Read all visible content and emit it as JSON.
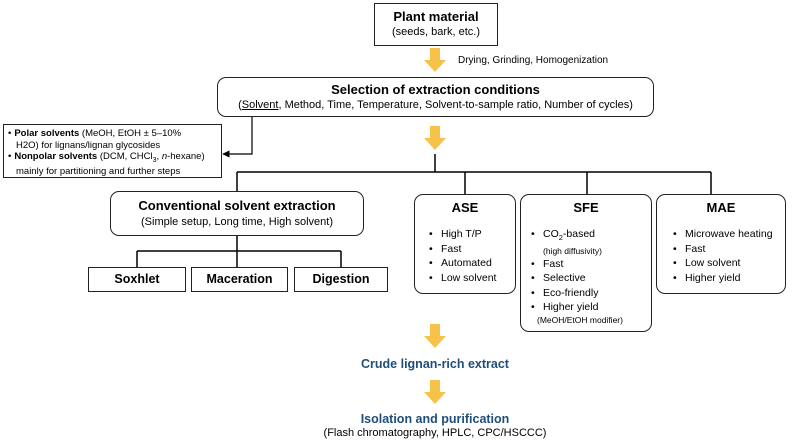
{
  "colors": {
    "arrow": "#f7c24a",
    "line": "#000000",
    "heading_blue": "#1f4e79"
  },
  "plant": {
    "title": "Plant material",
    "subtitle": "(seeds, bark, etc.)"
  },
  "prep_step": "Drying, Grinding, Homogenization",
  "selection": {
    "title": "Selection of extraction conditions",
    "open_paren": "(",
    "underlined": "Solvent",
    "rest": ", Method, Time, Temperature, Solvent-to-sample ratio, Number of cycles)"
  },
  "solvents": {
    "polar": {
      "label": "Polar solvents",
      "text1": " (MeOH, EtOH ± 5–10%",
      "text2": "H2O) for lignans/lignan glycosides"
    },
    "nonpolar": {
      "label": "Nonpolar solvents",
      "text_a": " (DCM, CHCl",
      "sub": "3",
      "text_b": ", ",
      "italic": "n",
      "text_c": "-hexane)",
      "text2": "mainly for partitioning and further steps"
    }
  },
  "conventional": {
    "title": "Conventional solvent extraction",
    "subtitle": "(Simple setup, Long time, High solvent)",
    "methods": [
      "Soxhlet",
      "Maceration",
      "Digestion"
    ]
  },
  "ase": {
    "title": "ASE",
    "items": [
      "High T/P",
      "Fast",
      "Automated",
      "Low solvent"
    ]
  },
  "sfe": {
    "title": "SFE",
    "co2_a": "CO",
    "co2_sub": "2",
    "co2_b": "-based",
    "co2_note": "(high diffusivity)",
    "items": [
      "Fast",
      "Selective",
      "Eco-friendly",
      "Higher yield"
    ],
    "yield_note": "(MeOH/EtOH modifier)"
  },
  "mae": {
    "title": "MAE",
    "items": [
      "Microwave heating",
      "Fast",
      "Low solvent",
      "Higher yield"
    ]
  },
  "crude": "Crude lignan-rich extract",
  "isolation": {
    "title": "Isolation and purification",
    "subtitle": "(Flash chromatography, HPLC, CPC/HSCCC)"
  }
}
